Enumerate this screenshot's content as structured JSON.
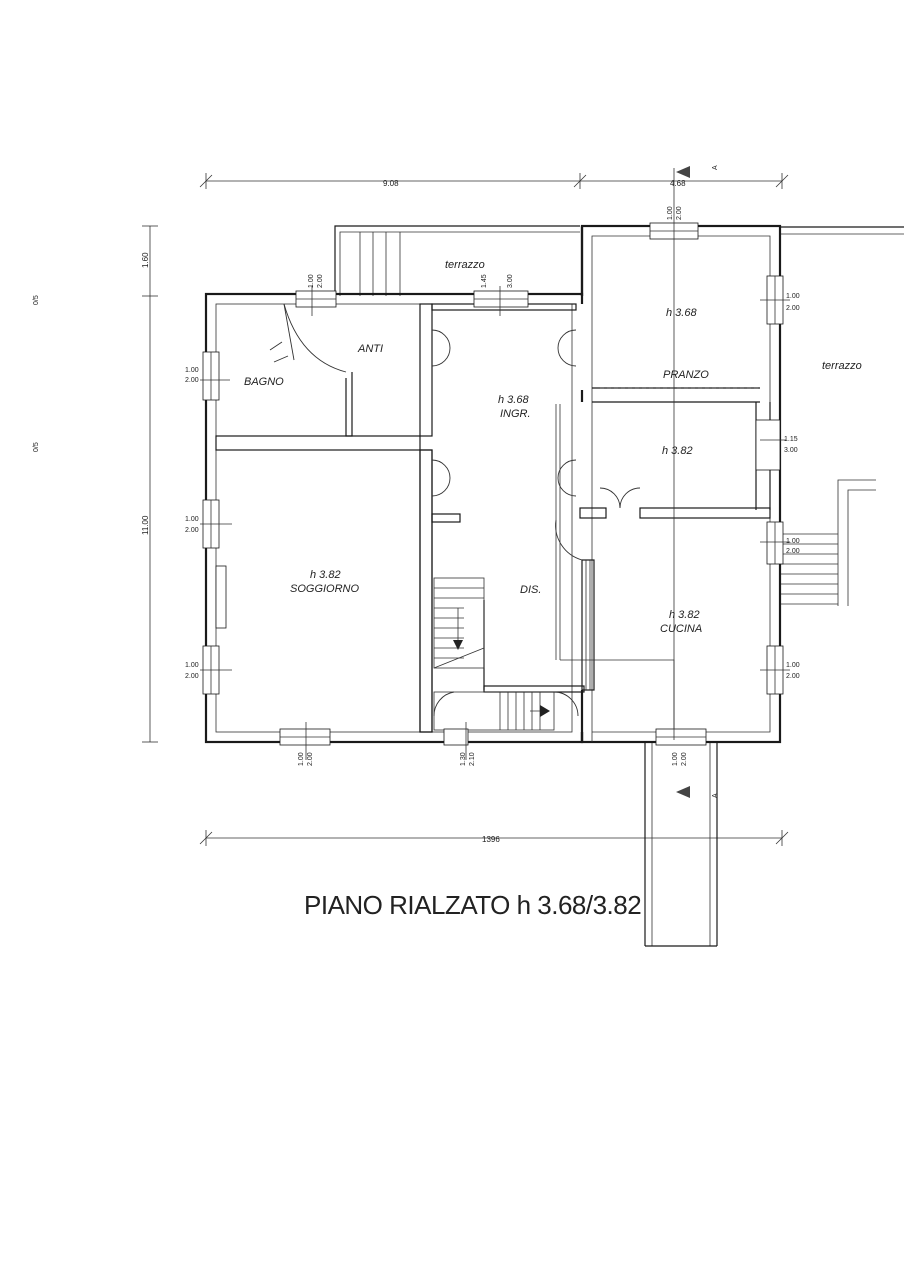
{
  "title": "PIANO RIALZATO h 3.68/3.82",
  "rooms": {
    "bagno": {
      "name": "BAGNO"
    },
    "anti": {
      "name": "ANTI"
    },
    "soggiorno": {
      "name": "SOGGIORNO",
      "height": "h 3.82"
    },
    "ingresso": {
      "name": "INGR.",
      "height": "h 3.68"
    },
    "disimpegno": {
      "name": "DIS."
    },
    "pranzo": {
      "name": "PRANZO",
      "height": "h 3.68"
    },
    "room_mid": {
      "height": "h 3.82"
    },
    "cucina": {
      "name": "CUCINA",
      "height": "h 3.82"
    },
    "terrazzo_top": {
      "name": "terrazzo"
    },
    "terrazzo_right": {
      "name": "terrazzo"
    }
  },
  "dimensions": {
    "top_left": "9.08",
    "top_right": "4.68",
    "left_top": "1.60",
    "left_total": "11.00",
    "bottom_total": "1396"
  },
  "windows": {
    "bagno_top": [
      "1.00",
      "2.00"
    ],
    "ingr_top": [
      "1.45",
      "3.00"
    ],
    "pranzo_top": [
      "1.00",
      "2.00"
    ],
    "pranzo_right": [
      "1.00",
      "2.00"
    ],
    "bagno_left": [
      "1.00",
      "2.00"
    ],
    "mid_right": [
      "1.15",
      "3.00"
    ],
    "sogg_left_top": [
      "1.00",
      "2.00"
    ],
    "sogg_left_bottom": [
      "1.00",
      "2.00"
    ],
    "cucina_right_top": [
      "1.00",
      "2.00"
    ],
    "cucina_right_bottom": [
      "1.00",
      "2.00"
    ],
    "sogg_bottom": [
      "1.00",
      "2.00"
    ],
    "stair_bottom": [
      "1.30",
      "2.10"
    ],
    "cucina_bottom": [
      "1.00",
      "2.00"
    ]
  },
  "section_marker": "A",
  "margin_marks": [
    "0/5",
    "0/5"
  ]
}
